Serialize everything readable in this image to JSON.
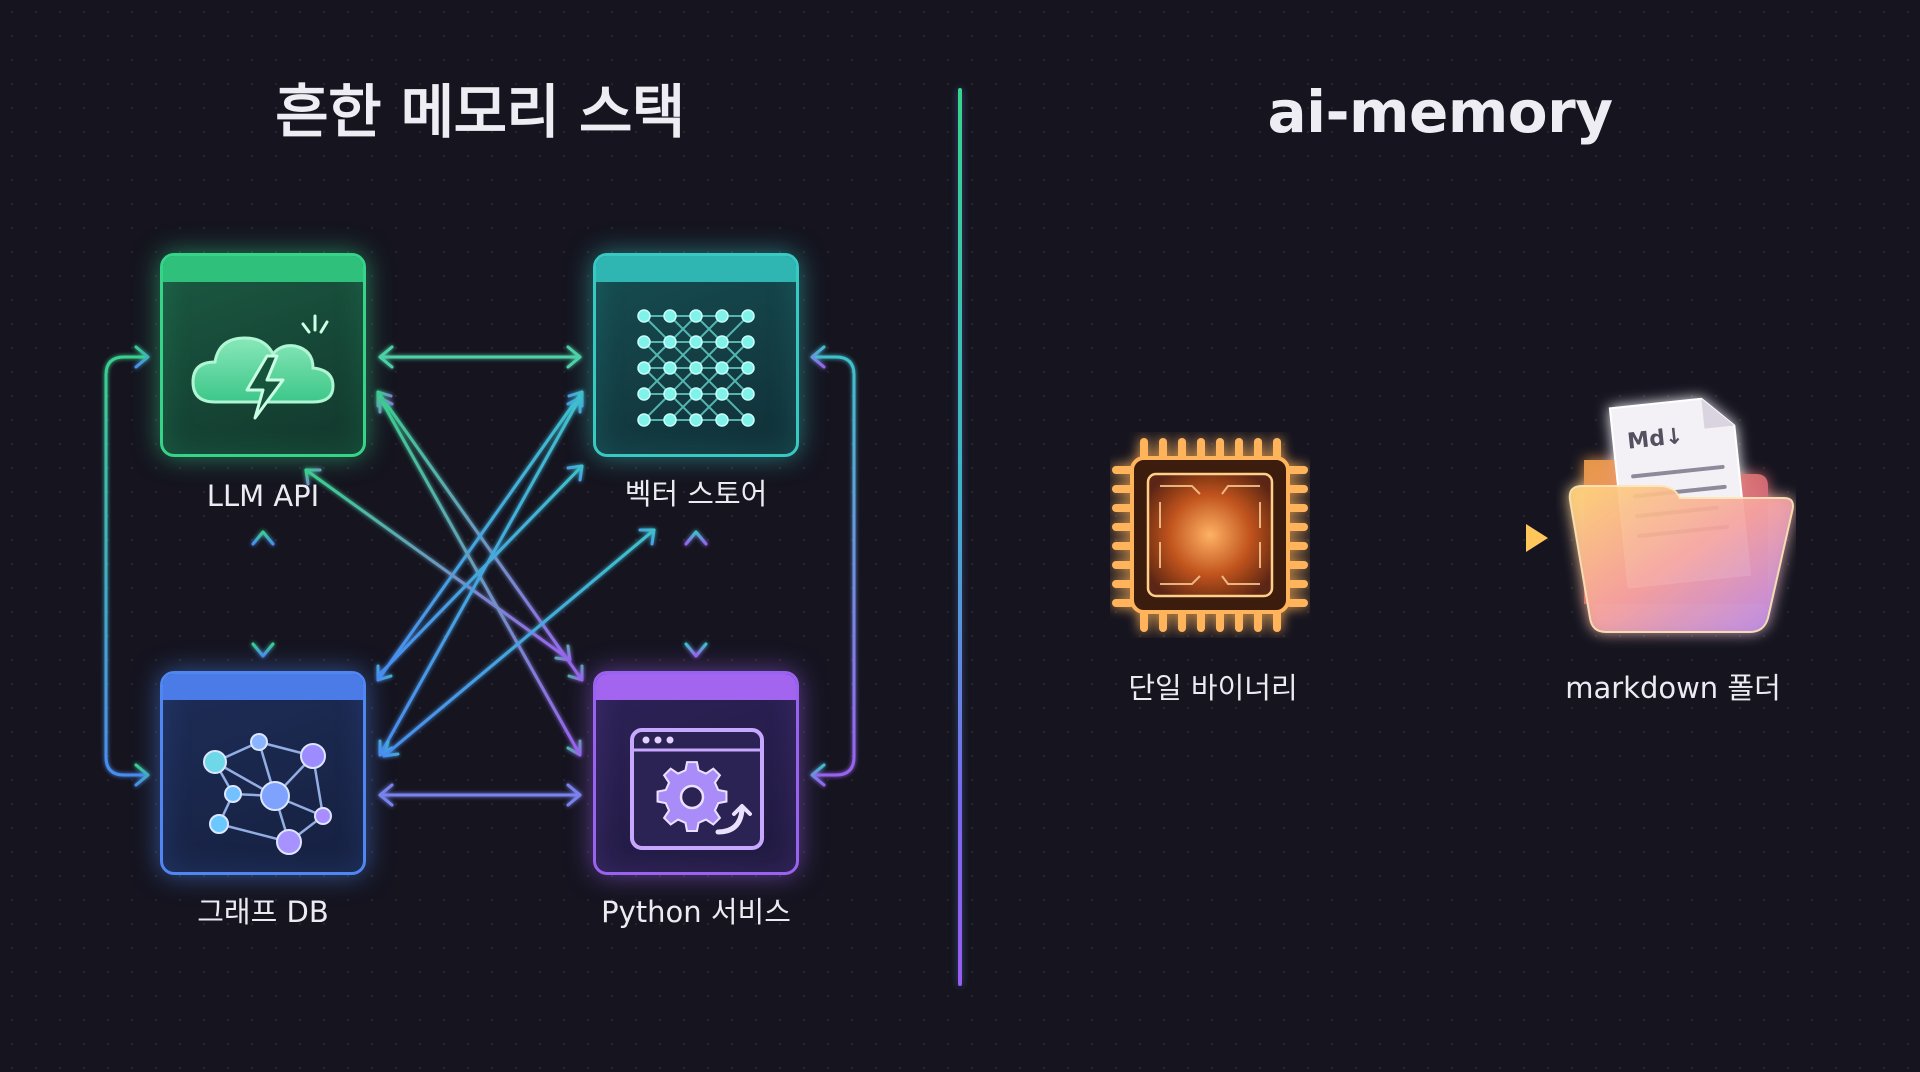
{
  "left_panel": {
    "title": "흔한 메모리 스택",
    "nodes": {
      "llm_api": {
        "label": "LLM API",
        "icon": "cloud-lightning-icon",
        "color": "#36d489"
      },
      "vector_store": {
        "label": "벡터 스토어",
        "icon": "vector-grid-icon",
        "color": "#38c9c3"
      },
      "graph_db": {
        "label": "그래프 DB",
        "icon": "network-graph-icon",
        "color": "#4f86f2"
      },
      "python_service": {
        "label": "Python 서비스",
        "icon": "gear-window-icon",
        "color": "#9a62f0"
      }
    }
  },
  "right_panel": {
    "title": "ai-memory",
    "binary": {
      "label": "단일 바이너리",
      "icon": "cpu-chip-icon",
      "color": "#f0923a"
    },
    "folder": {
      "label": "markdown 폴더",
      "icon": "markdown-folder-icon",
      "badge": "Md↓",
      "color": "#f5b25a"
    }
  }
}
